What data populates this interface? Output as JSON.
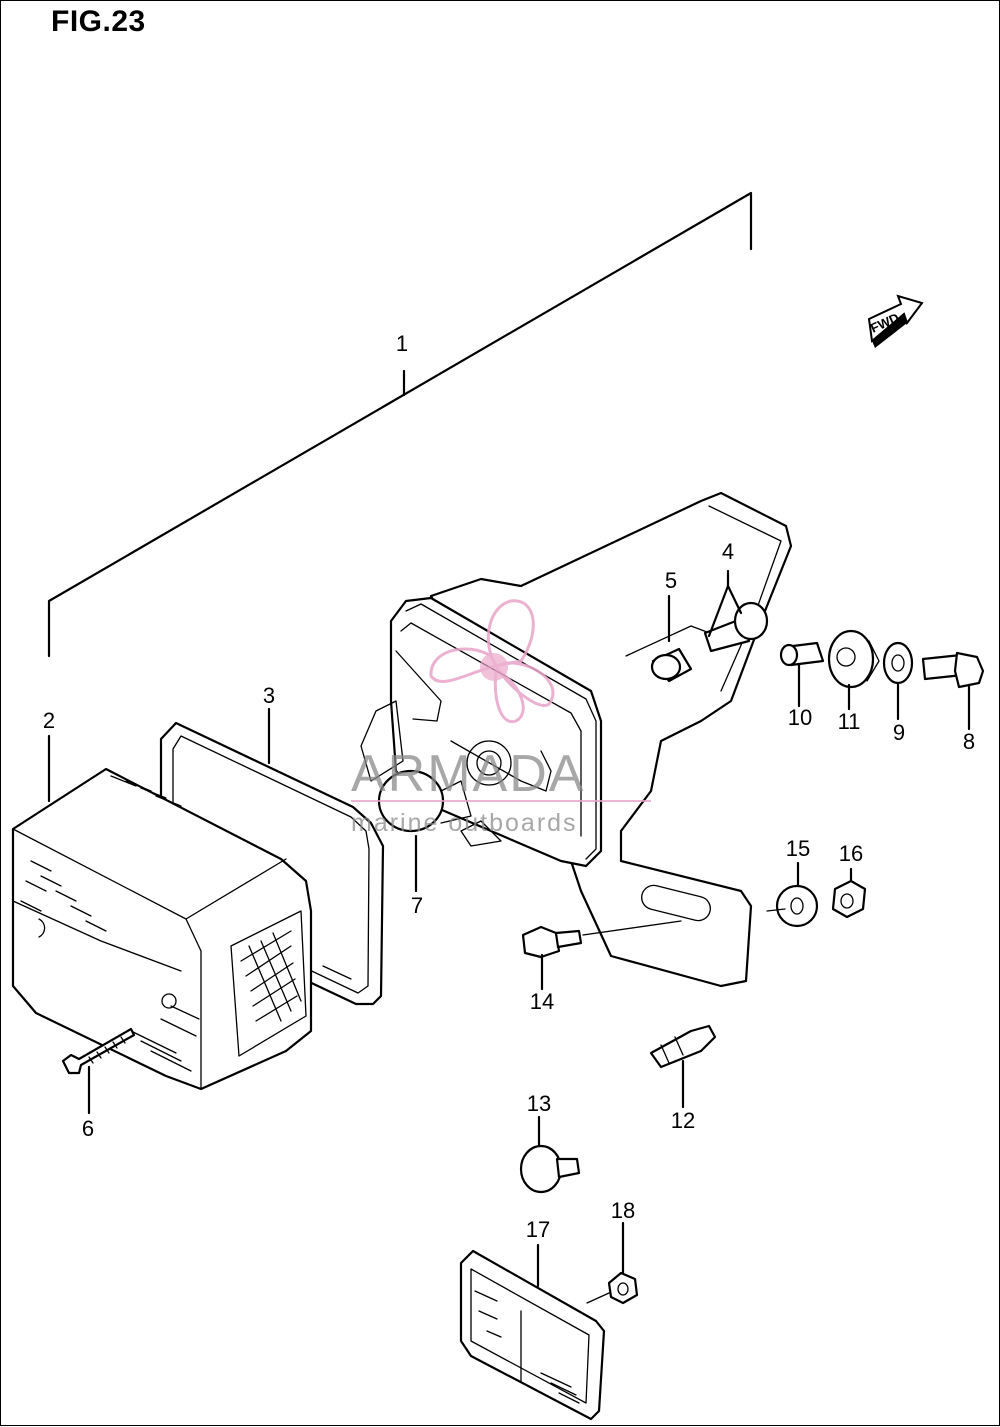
{
  "figure": {
    "title": "FIG.23"
  },
  "direction_marker": {
    "label": "FWD",
    "icon": "forward-arrow-icon"
  },
  "watermark": {
    "brand": "ARMADA",
    "tagline": "marine outboards",
    "logo_icon": "propeller-logo-icon",
    "logo_color": "#e8a4c8",
    "text_color": "#8a8a8a"
  },
  "callouts": [
    "1",
    "2",
    "3",
    "4",
    "5",
    "6",
    "7",
    "8",
    "9",
    "10",
    "11",
    "12",
    "13",
    "14",
    "15",
    "16",
    "17",
    "18"
  ]
}
